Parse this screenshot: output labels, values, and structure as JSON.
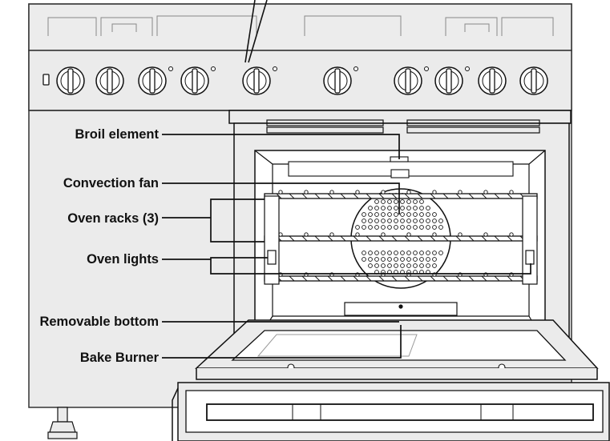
{
  "labels": {
    "broil_element": "Broil element",
    "convection_fan": "Convection fan",
    "oven_racks": "Oven racks (3)",
    "oven_lights": "Oven lights",
    "removable_bottom": "Removable bottom",
    "bake_burner": "Bake Burner"
  },
  "colors": {
    "line": "#111111",
    "body_fill": "#ebebeb",
    "background": "#ffffff"
  },
  "icons": {
    "knob": "control-knob-icon",
    "indicator": "indicator-light-icon"
  }
}
